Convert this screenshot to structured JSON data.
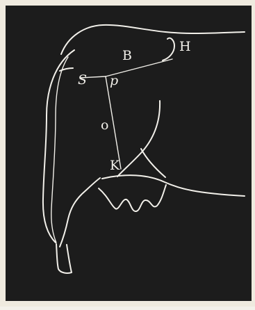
{
  "diagram": {
    "labels": {
      "B": "B",
      "H": "H",
      "S": "S",
      "p": "p",
      "o": "o",
      "K": "K"
    }
  },
  "colors": {
    "background": "#1c1c1c",
    "line": "#f2f0ea",
    "paper": "#efeadf"
  }
}
